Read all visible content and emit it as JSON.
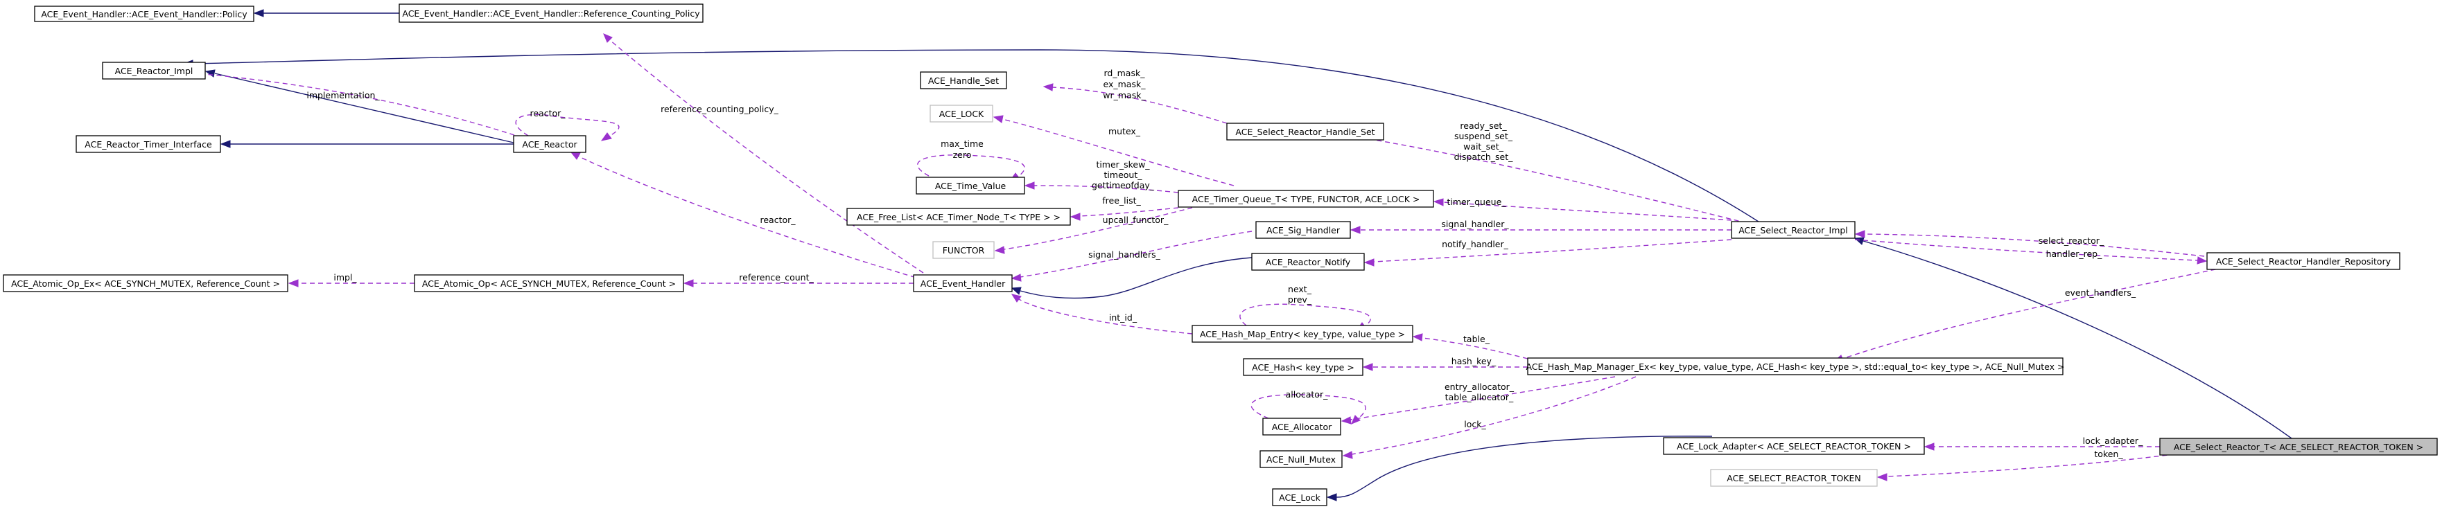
{
  "diagram": {
    "nodes": {
      "policy": "ACE_Event_Handler::ACE_Event_Handler::Policy",
      "ref_policy": "ACE_Event_Handler::ACE_Event_Handler::Reference_Counting_Policy",
      "reactor_impl": "ACE_Reactor_Impl",
      "reactor_timer_interface": "ACE_Reactor_Timer_Interface",
      "reactor": "ACE_Reactor",
      "atomic_op_ex": "ACE_Atomic_Op_Ex< ACE_SYNCH_MUTEX, Reference_Count >",
      "atomic_op": "ACE_Atomic_Op< ACE_SYNCH_MUTEX, Reference_Count >",
      "event_handler": "ACE_Event_Handler",
      "handle_set": "ACE_Handle_Set",
      "ace_lock_ghost": "ACE_LOCK",
      "time_value": "ACE_Time_Value",
      "free_list": "ACE_Free_List< ACE_Timer_Node_T< TYPE > >",
      "functor_ghost": "FUNCTOR",
      "select_handle_set": "ACE_Select_Reactor_Handle_Set",
      "timer_queue": "ACE_Timer_Queue_T< TYPE, FUNCTOR, ACE_LOCK >",
      "sig_handler": "ACE_Sig_Handler",
      "reactor_notify": "ACE_Reactor_Notify",
      "hash_map_entry": "ACE_Hash_Map_Entry< key_type, value_type >",
      "hash": "ACE_Hash< key_type >",
      "allocator": "ACE_Allocator",
      "null_mutex": "ACE_Null_Mutex",
      "ace_lock": "ACE_Lock",
      "select_reactor_impl": "ACE_Select_Reactor_Impl",
      "hash_map_manager": "ACE_Hash_Map_Manager_Ex< key_type, value_type, ACE_Hash< key_type >, std::equal_to< key_type >, ACE_Null_Mutex >",
      "lock_adapter": "ACE_Lock_Adapter< ACE_SELECT_REACTOR_TOKEN >",
      "select_reactor_token": "ACE_SELECT_REACTOR_TOKEN",
      "handler_repository": "ACE_Select_Reactor_Handler_Repository",
      "select_reactor_t": "ACE_Select_Reactor_T< ACE_SELECT_REACTOR_TOKEN >"
    },
    "edge_labels": {
      "reference_counting_policy": "reference_counting_policy_",
      "implementation": "implementation_",
      "reactor_self": "reactor_",
      "reactor_to_eh": "reactor_",
      "impl": "impl_",
      "reference_count": "reference_count_",
      "rd_mask": "rd_mask_",
      "ex_mask": "ex_mask_",
      "wr_mask": "wr_mask_",
      "mutex": "mutex_",
      "max_time": "max_time",
      "zero": "zero",
      "timer_skew": "timer_skew_",
      "timeout": "timeout_",
      "gettimeofday": "gettimeofday_",
      "free_list": "free_list_",
      "upcall_functor": "upcall_functor_",
      "signal_handlers": "signal_handlers_",
      "ready_set": "ready_set_",
      "suspend_set": "suspend_set_",
      "wait_set": "wait_set_",
      "dispatch_set": "dispatch_set_",
      "timer_queue": "timer_queue_",
      "signal_handler": "signal_handler_",
      "notify_handler": "notify_handler_",
      "next": "next_",
      "prev": "prev_",
      "int_id": "int_id_",
      "table": "table_",
      "hash_key": "hash_key_",
      "allocator_self": "allocator_",
      "entry_allocator": "entry_allocator_",
      "table_allocator": "table_allocator_",
      "lock": "lock_",
      "select_reactor": "select_reactor_",
      "handler_rep": "handler_rep_",
      "event_handlers": "event_handlers_",
      "lock_adapter": "lock_adapter_",
      "token": "token_"
    }
  }
}
